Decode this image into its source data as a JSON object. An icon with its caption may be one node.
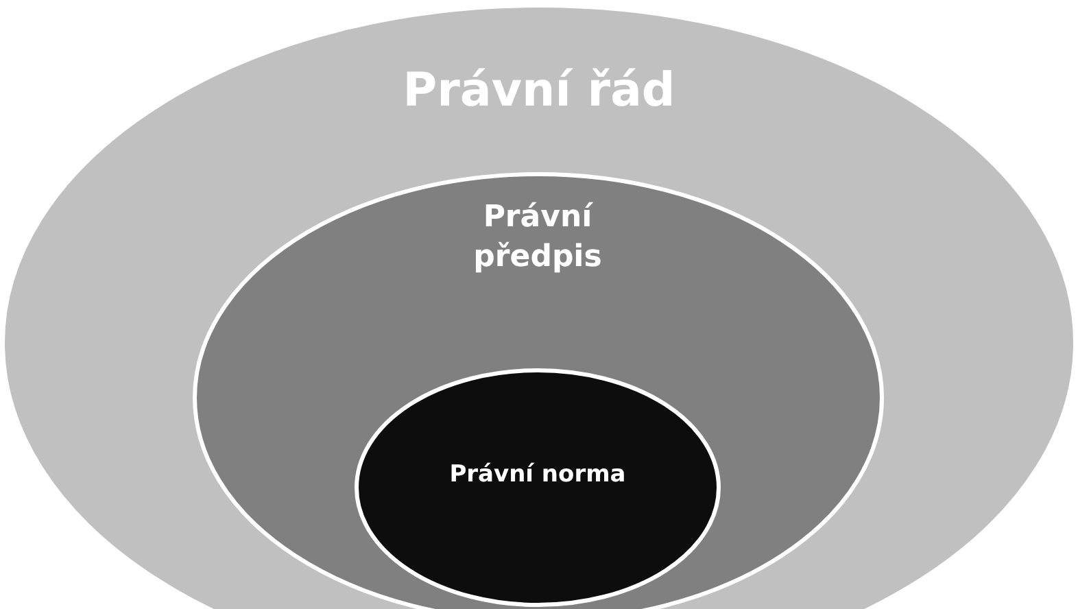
{
  "diagram": {
    "nodes": [
      {
        "text": [
          "Právní řád"
        ]
      },
      {
        "text": [
          "Právní předpis"
        ],
        "in": 0
      },
      {
        "text": [
          "Právní norma"
        ],
        "in": 1
      }
    ]
  }
}
